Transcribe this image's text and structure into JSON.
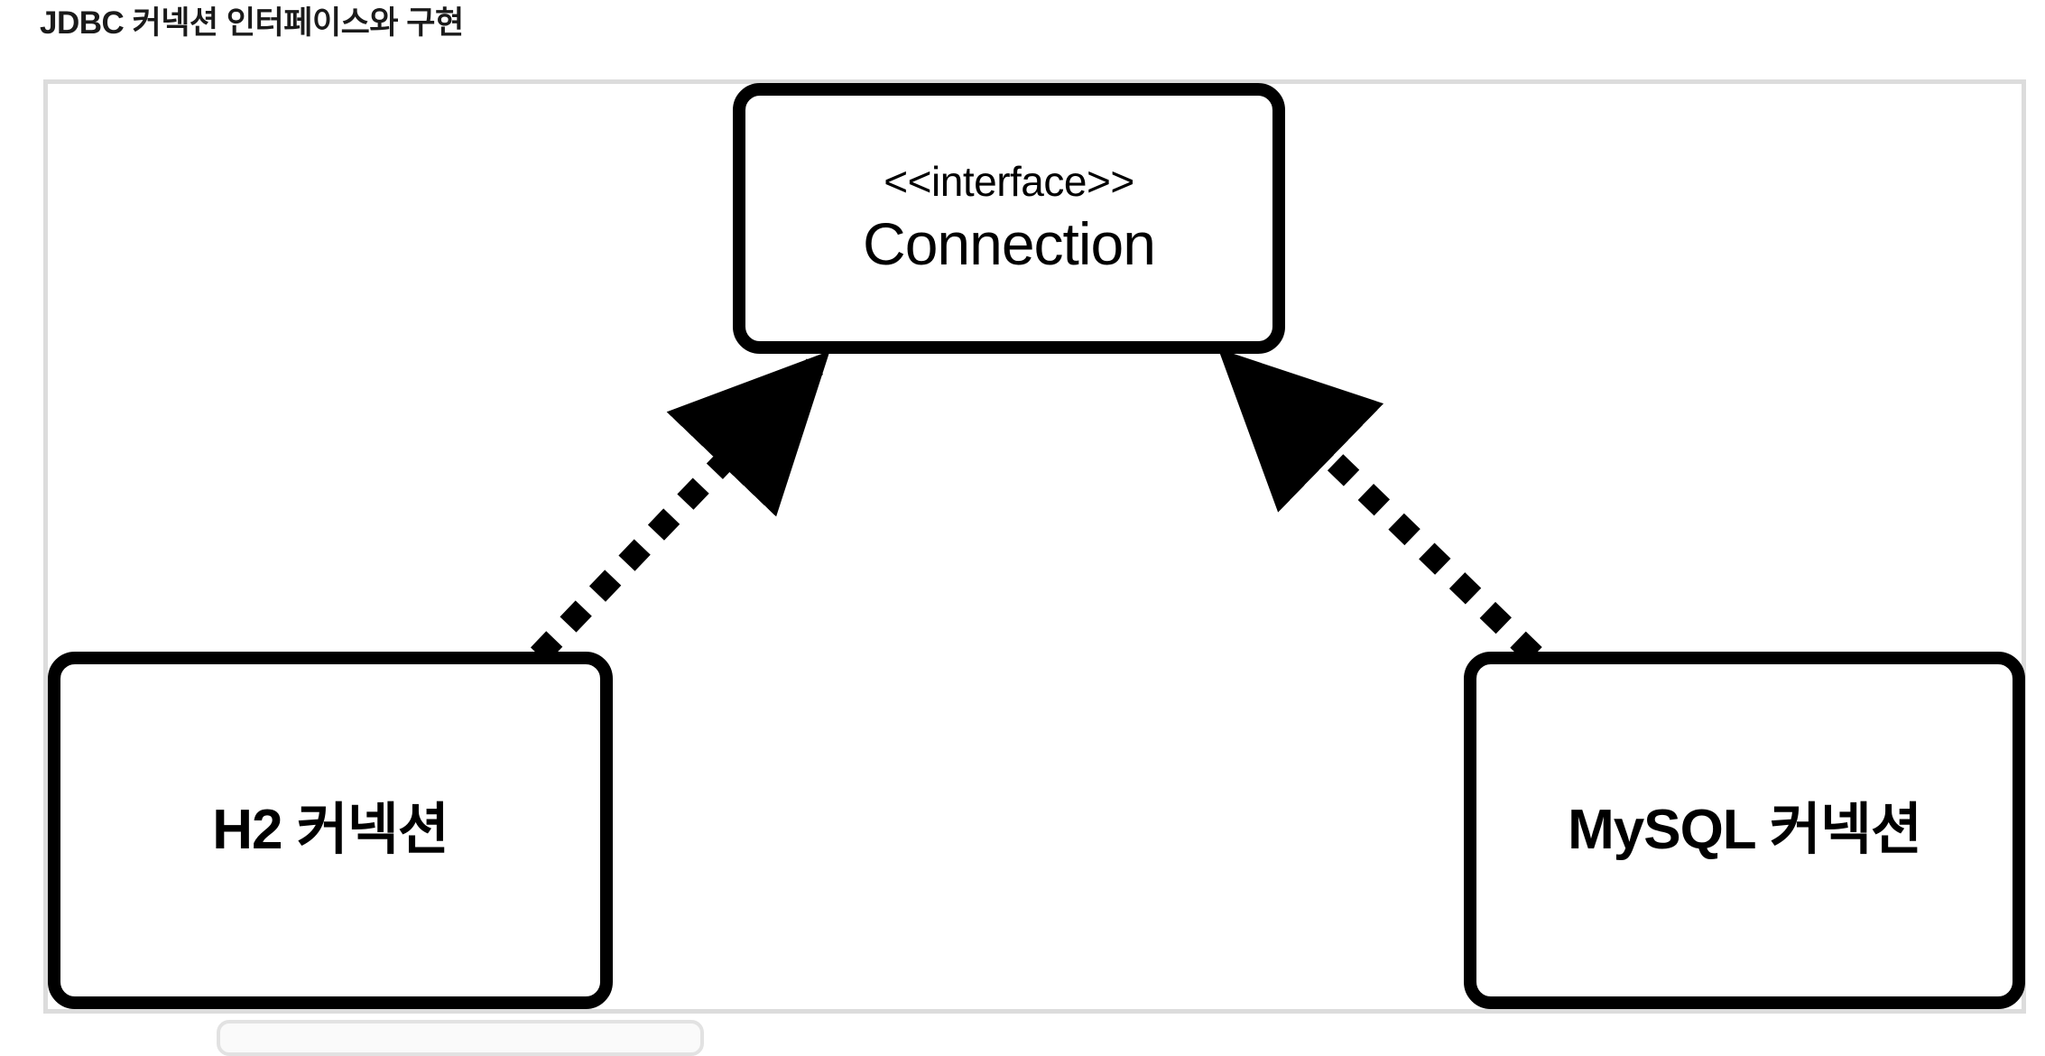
{
  "page": {
    "title": "JDBC 커넥션 인터페이스와 구현"
  },
  "diagram": {
    "type": "uml-class-diagram",
    "colors": {
      "node_border": "#000000",
      "node_fill": "#ffffff",
      "edge": "#000000",
      "frame_border": "#dcdcdc",
      "text": "#000000"
    },
    "nodes": [
      {
        "id": "connection",
        "kind": "interface",
        "stereotype": "<<interface>>",
        "name": "Connection"
      },
      {
        "id": "h2-connection",
        "kind": "implementation",
        "name": "H2 커넥션"
      },
      {
        "id": "mysql-connection",
        "kind": "implementation",
        "name": "MySQL 커넥션"
      }
    ],
    "edges": [
      {
        "id": "h2-realizes-connection",
        "from": "h2-connection",
        "to": "connection",
        "relation": "realization",
        "line_style": "dashed",
        "arrowhead": "filled-triangle"
      },
      {
        "id": "mysql-realizes-connection",
        "from": "mysql-connection",
        "to": "connection",
        "relation": "realization",
        "line_style": "dashed",
        "arrowhead": "filled-triangle"
      }
    ]
  }
}
